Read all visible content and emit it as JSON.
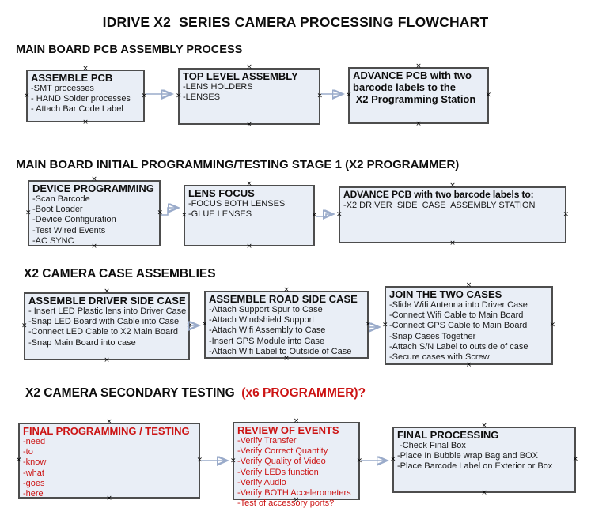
{
  "title": "IDRIVE X2  SERIES CAMERA PROCESSING FLOWCHART",
  "colors": {
    "accent_red": "#cc1414",
    "box_fill": "#e9eef6",
    "box_border": "#4d4d4d",
    "arrow_line": "#9aabca",
    "arrow_head": "#4a6ead"
  },
  "icons": {
    "connection_handle": "×"
  },
  "sections": [
    {
      "heading": "MAIN BOARD PCB ASSEMBLY PROCESS",
      "heading_red": "",
      "boxes": [
        {
          "title": "ASSEMBLE PCB",
          "lines": [
            "-SMT processes",
            "- HAND Solder processes",
            "- Attach Bar Code Label"
          ]
        },
        {
          "title": "TOP LEVEL ASSEMBLY",
          "lines": [
            "-LENS HOLDERS",
            "-LENSES"
          ]
        },
        {
          "title": "ADVANCE PCB with two barcode labels to the\n X2 Programming Station",
          "lines": []
        }
      ]
    },
    {
      "heading": "MAIN BOARD INITIAL PROGRAMMING/TESTING STAGE 1 (X2 PROGRAMMER)",
      "heading_red": "",
      "boxes": [
        {
          "title": "DEVICE PROGRAMMING",
          "lines": [
            "-Scan Barcode",
            "-Boot Loader",
            "-Device Configuration",
            "-Test Wired Events",
            "-AC SYNC"
          ]
        },
        {
          "title": "LENS FOCUS",
          "lines": [
            "-FOCUS BOTH LENSES",
            "-GLUE LENSES"
          ]
        },
        {
          "title": "ADVANCE PCB with two barcode labels to:",
          "lines": [
            "-X2 DRIVER  SIDE  CASE  ASSEMBLY STATION"
          ]
        }
      ]
    },
    {
      "heading": "X2 CAMERA CASE ASSEMBLIES",
      "heading_red": "",
      "boxes": [
        {
          "title": "ASSEMBLE DRIVER SIDE CASE",
          "lines": [
            "- Insert LED Plastic lens into Driver Case",
            "-Snap LED Board with Cable into Case",
            "-Connect LED Cable to X2 Main Board",
            "-Snap Main Board into case"
          ]
        },
        {
          "title": "ASSEMBLE ROAD SIDE CASE",
          "lines": [
            "-Attach Support Spur to Case",
            "-Attach Windshield Support",
            "-Attach Wifi Assembly to Case",
            "-Insert GPS Module into Case",
            "-Attach Wifi Label to Outside of Case"
          ]
        },
        {
          "title": "JOIN THE TWO CASES",
          "lines": [
            "-Slide Wifi Antenna into Driver Case",
            "-Connect Wifi Cable to Main Board",
            "-Connect GPS Cable to Main Board",
            "-Snap Cases Together",
            "-Attach S/N Label to outside of case",
            "-Secure cases with Screw"
          ]
        }
      ]
    },
    {
      "heading": "X2 CAMERA SECONDARY TESTING ",
      "heading_red": " (x6 PROGRAMMER)?",
      "boxes": [
        {
          "title": "FINAL PROGRAMMING / TESTING",
          "lines": [
            "-need",
            "-to",
            "-know",
            "-what",
            "-goes",
            "-here"
          ]
        },
        {
          "title": "REVIEW OF EVENTS",
          "lines": [
            "-Verify Transfer",
            "-Verify Correct Quantity",
            "-Verify Quality of Video",
            "-Verify LEDs function",
            "-Verify Audio",
            "-Verify BOTH Accelerometers",
            "-Test of accessory ports?"
          ]
        },
        {
          "title": "FINAL PROCESSING",
          "lines": [
            " -Check Final Box",
            "-Place In Bubble wrap Bag and BOX",
            "-Place Barcode Label on Exterior or Box"
          ]
        }
      ]
    }
  ]
}
